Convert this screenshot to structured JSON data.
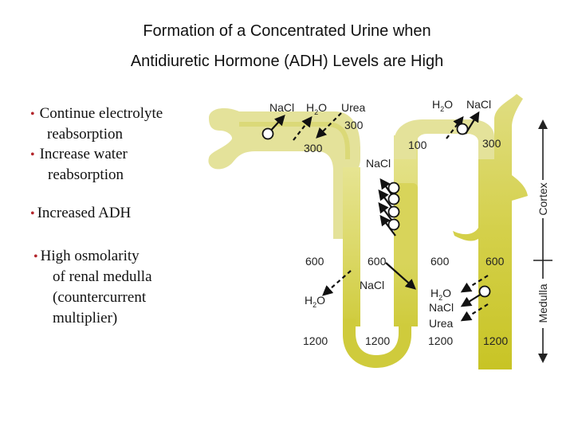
{
  "title": {
    "line1": "Formation of a Concentrated Urine when",
    "line2": "Antidiuretic Hormone (ADH) Levels are High"
  },
  "bullets": [
    {
      "lines": [
        "Continue electrolyte",
        "reabsorption"
      ]
    },
    {
      "lines": [
        "Increase water",
        "reabsorption"
      ]
    },
    {
      "lines": [
        "Increased ADH"
      ]
    },
    {
      "lines": [
        "High osmolarity",
        "of renal medulla",
        "(countercurrent",
        "multiplier)"
      ]
    }
  ],
  "diagram": {
    "labels": {
      "nacl_top_left": "NaCl",
      "h2o_top_left": "H",
      "h2o_top_left_sub": "2",
      "h2o_top_left_o": "O",
      "urea_top": "Urea",
      "val_300_a": "300",
      "val_300_b": "300",
      "nacl_mid": "NaCl",
      "h2o_top_right": "H",
      "h2o_top_right_sub": "2",
      "h2o_top_right_o": "O",
      "nacl_top_right": "NaCl",
      "val_100": "100",
      "val_300_c": "300",
      "val_600_a": "600",
      "val_600_b": "600",
      "val_600_c": "600",
      "val_600_d": "600",
      "nacl_loop": "NaCl",
      "h2o_loop": "H",
      "h2o_loop_sub": "2",
      "h2o_loop_o": "O",
      "h2o_duct": "H",
      "h2o_duct_sub": "2",
      "h2o_duct_o": "O",
      "nacl_duct": "NaCl",
      "urea_duct": "Urea",
      "val_1200_a": "1200",
      "val_1200_b": "1200",
      "val_1200_c": "1200",
      "val_1200_d": "1200",
      "cortex": "Cortex",
      "medulla": "Medulla"
    },
    "colors": {
      "tubule_light": "#e8e6a0",
      "tubule_mid": "#d9d66a",
      "tubule_dark": "#c9c62c",
      "arrow": "#111111",
      "text": "#222222"
    }
  }
}
